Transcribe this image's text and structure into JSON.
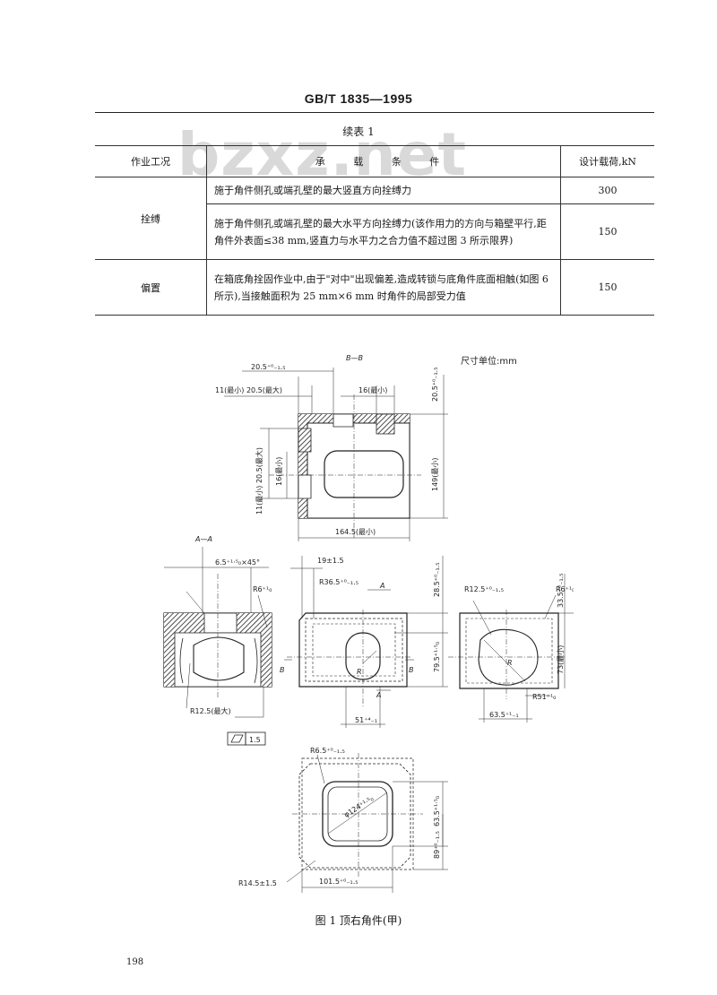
{
  "header": {
    "standard": "GB/T 1835—1995"
  },
  "watermark": "bzxz.net",
  "table": {
    "caption": "续表 1",
    "headers": {
      "case": "作业工况",
      "condition": "承  载  条  件",
      "load": "设计载荷,kN"
    },
    "rows": [
      {
        "case": "拴缚",
        "condition": "施于角件侧孔或端孔壁的最大竖直方向拴缚力",
        "load": "300"
      },
      {
        "condition": "施于角件侧孔或端孔壁的最大水平方向拴缚力(该作用力的方向与箱壁平行,距角件外表面≤38 mm,竖直力与水平力之合力值不超过图 3 所示限界)",
        "load": "150"
      },
      {
        "case": "偏置",
        "condition": "在箱底角拴固作业中,由于\"对中\"出现偏差,造成转锁与底角件底面相触(如图 6 所示),当接触面积为 25 mm×6 mm 时角件的局部受力值",
        "load": "150"
      }
    ]
  },
  "drawing": {
    "unit_note": "尺寸单位:mm",
    "labels": {
      "section_bb": "B—B",
      "section_aa": "A—A",
      "d_20_5a": "20.5⁺⁰₋₁.₅",
      "d_20_5b": "20.5⁺⁰₋₁.₅",
      "d_11_20_5": "11(最小) 20.5(最大)",
      "d_16_min_h": "16(最小)",
      "d_vert_11_20_5": "11(最小) 20.5(最大)",
      "d_16_min_v": "16(最小)",
      "d_149": "149(最小)",
      "d_164_5": "164.5(最小)",
      "d_chamfer": "6.5⁺¹·⁵₀×45°",
      "d_r6_left": "R6⁺¹₀",
      "d_r12_5_max": "R12.5(最大)",
      "d_flatness": "1.5",
      "d_19": "19±1.5",
      "d_r36_5": "R36.5⁺⁰₋₁.₅",
      "d_28_5": "28.5⁺⁰₋₁.₅",
      "d_79_5": "79.5⁺¹·⁵₀",
      "d_51": "51⁺⁴₋₁",
      "letter_a_top": "A",
      "letter_a_bottom": "A",
      "letter_b_left": "B",
      "letter_b_right": "B",
      "letter_r_front": "R",
      "d_r12_5_side": "R12.5⁺⁰₋₁.₅",
      "d_r6_side": "R6⁺¹₀",
      "d_33_5": "33.5⁺⁰₋₁.₅",
      "d_73": "73(最小)",
      "d_r51": "R51⁺¹₀",
      "d_63_5_side": "63.5⁺¹₋₁",
      "letter_r_side": "R",
      "d_r6_5": "R6.5⁺⁰₋₁.₅",
      "d_phi124": "φ124⁺¹·⁵₀",
      "d_63_5_top": "63.5⁺¹·⁵₀",
      "d_89": "89⁺⁰₋₁.₅",
      "d_r14_5": "R14.5±1.5",
      "d_101_5": "101.5⁺⁰₋₁.₅"
    }
  },
  "figure_caption": "图 1  顶右角件(甲)",
  "page_number": "198"
}
